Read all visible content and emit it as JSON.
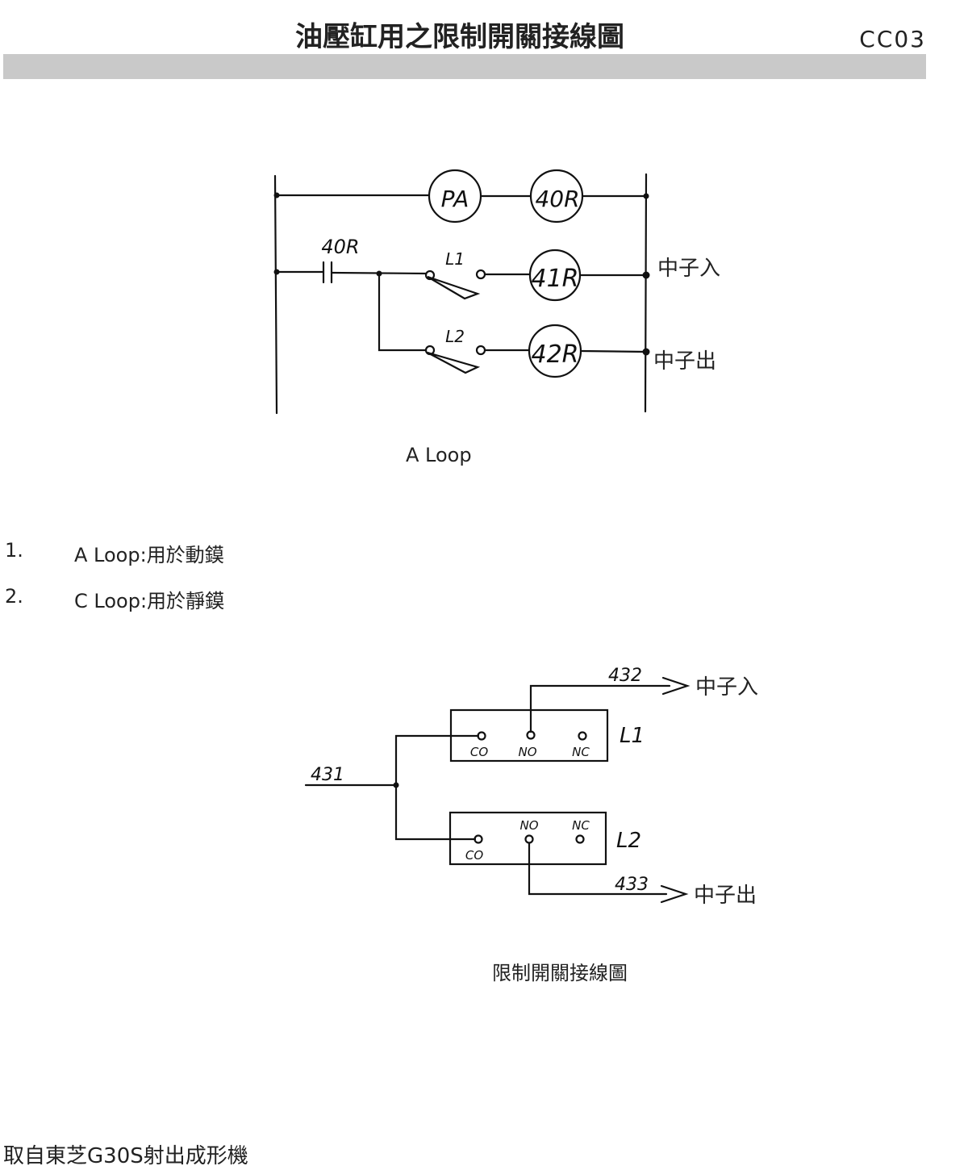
{
  "header": {
    "title": "油壓缸用之限制開關接線圖",
    "code": "CC03"
  },
  "diagram_a": {
    "caption": "A Loop",
    "contact_label": "40R",
    "coil_pa": "PA",
    "coil_40r": "40R",
    "coil_41r": "41R",
    "coil_42r": "42R",
    "switch_l1": "L1",
    "switch_l2": "L2",
    "terminal_in": "中子入",
    "terminal_out": "中子出"
  },
  "notes": [
    {
      "num": "1.",
      "text": "A Loop:用於動鏌"
    },
    {
      "num": "2.",
      "text": "C Loop:用於靜鏌"
    }
  ],
  "diagram_b": {
    "caption": "限制開關接線圖",
    "wire_431": "431",
    "wire_432": "432",
    "wire_433": "433",
    "l1_label": "L1",
    "l2_label": "L2",
    "co": "CO",
    "no": "NO",
    "nc": "NC",
    "terminal_in": "中子入",
    "terminal_out": "中子出"
  },
  "footer": "取自東芝G30S射出成形機"
}
